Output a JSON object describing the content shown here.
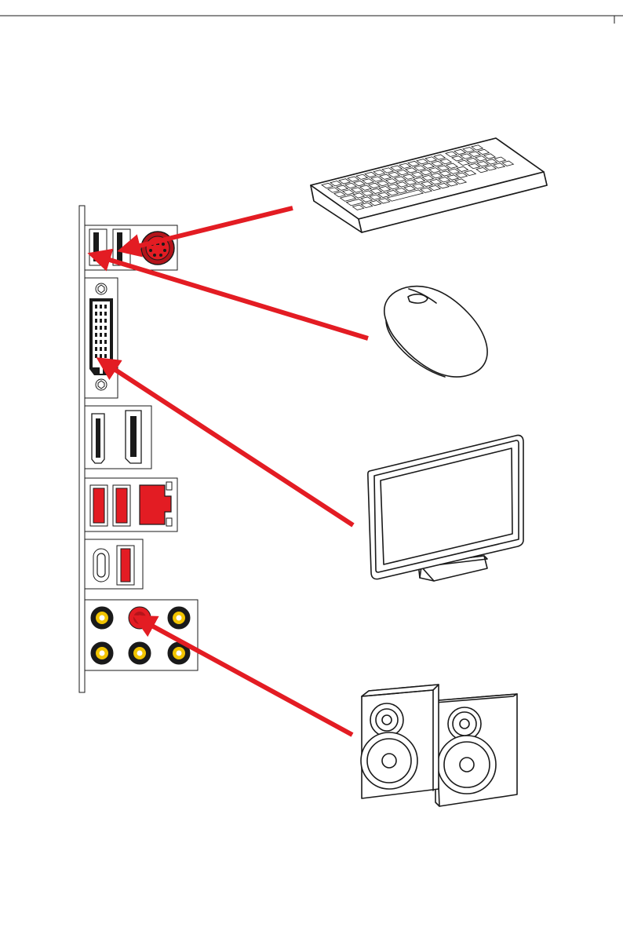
{
  "figure": {
    "description_free": true,
    "colors": {
      "accent_red": "#e31c23",
      "dark_red": "#b4141a",
      "jack_yellow": "#f2c400",
      "outline": "#1a1a1a",
      "connector_black": "#1a1a1a"
    },
    "icons": [
      "io-panel-icon",
      "keyboard-icon",
      "mouse-icon",
      "monitor-icon",
      "speakers-icon"
    ],
    "connections": [
      {
        "from": "keyboard-icon",
        "to": "ps2-port"
      },
      {
        "from": "mouse-icon",
        "to": "usb-port"
      },
      {
        "from": "monitor-icon",
        "to": "dvi-port"
      },
      {
        "from": "speakers-icon",
        "to": "audio-line-out-jack"
      }
    ]
  }
}
